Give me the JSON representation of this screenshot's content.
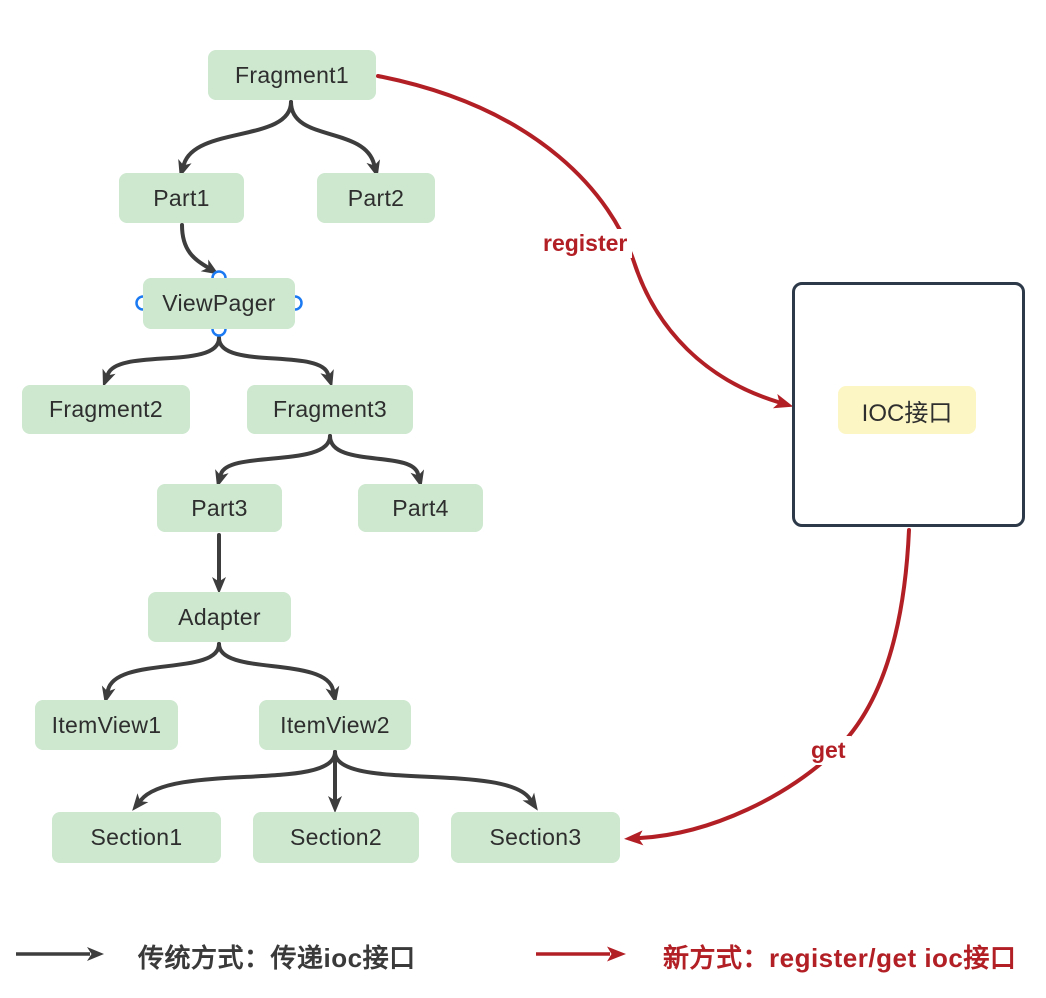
{
  "colors": {
    "node_green": "#cde8cf",
    "ioc_yellow": "#fcf6c5",
    "ioc_border": "#2d3948",
    "arrow_dark": "#3d3d3d",
    "arrow_red": "#b22026",
    "handle_blue": "#1b7af2"
  },
  "nodes": {
    "fragment1": {
      "label": "Fragment1"
    },
    "part1": {
      "label": "Part1"
    },
    "part2": {
      "label": "Part2"
    },
    "viewpager": {
      "label": "ViewPager"
    },
    "fragment2": {
      "label": "Fragment2"
    },
    "fragment3": {
      "label": "Fragment3"
    },
    "part3": {
      "label": "Part3"
    },
    "part4": {
      "label": "Part4"
    },
    "adapter": {
      "label": "Adapter"
    },
    "itemview1": {
      "label": "ItemView1"
    },
    "itemview2": {
      "label": "ItemView2"
    },
    "section1": {
      "label": "Section1"
    },
    "section2": {
      "label": "Section2"
    },
    "section3": {
      "label": "Section3"
    }
  },
  "ioc": {
    "label": "IOC接口"
  },
  "edges": {
    "register_label": "register",
    "get_label": "get"
  },
  "legend": {
    "traditional": "传统方式：传递ioc接口",
    "new": "新方式：register/get ioc接口"
  }
}
